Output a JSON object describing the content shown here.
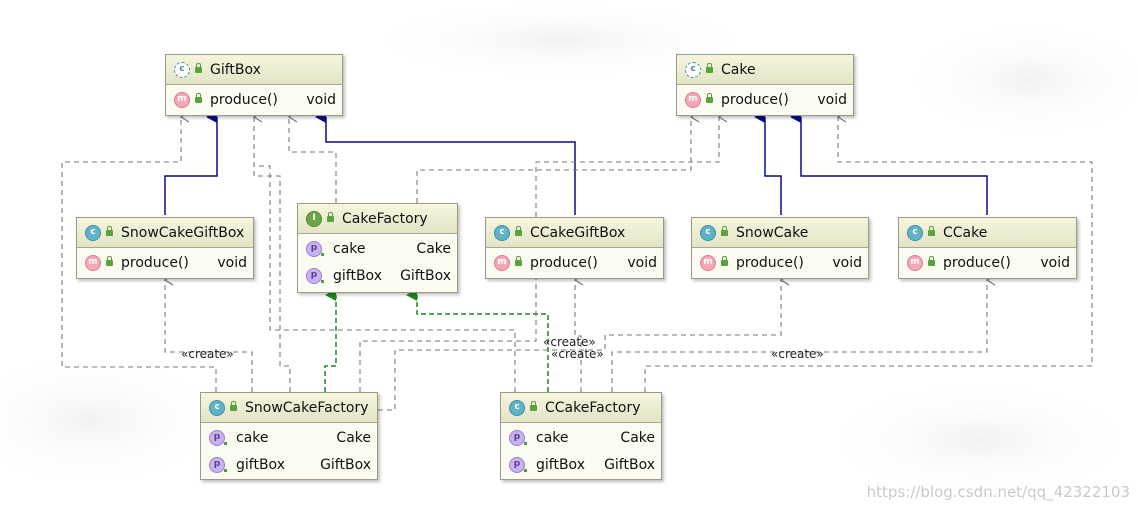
{
  "classes": {
    "giftbox": {
      "name": "GiftBox",
      "kind": "interface",
      "members": [
        {
          "kind": "method",
          "name": "produce()",
          "type": "void"
        }
      ]
    },
    "cake": {
      "name": "Cake",
      "kind": "interface",
      "members": [
        {
          "kind": "method",
          "name": "produce()",
          "type": "void"
        }
      ]
    },
    "snowcakegiftbox": {
      "name": "SnowCakeGiftBox",
      "kind": "class",
      "members": [
        {
          "kind": "method",
          "name": "produce()",
          "type": "void"
        }
      ]
    },
    "cakefactory": {
      "name": "CakeFactory",
      "kind": "interface",
      "members": [
        {
          "kind": "field",
          "name": "cake",
          "type": "Cake"
        },
        {
          "kind": "field",
          "name": "giftBox",
          "type": "GiftBox"
        }
      ]
    },
    "ccakegiftbox": {
      "name": "CCakeGiftBox",
      "kind": "class",
      "members": [
        {
          "kind": "method",
          "name": "produce()",
          "type": "void"
        }
      ]
    },
    "snowcake": {
      "name": "SnowCake",
      "kind": "class",
      "members": [
        {
          "kind": "method",
          "name": "produce()",
          "type": "void"
        }
      ]
    },
    "ccake": {
      "name": "CCake",
      "kind": "class",
      "members": [
        {
          "kind": "method",
          "name": "produce()",
          "type": "void"
        }
      ]
    },
    "snowcakefactory": {
      "name": "SnowCakeFactory",
      "kind": "class",
      "members": [
        {
          "kind": "field",
          "name": "cake",
          "type": "Cake"
        },
        {
          "kind": "field",
          "name": "giftBox",
          "type": "GiftBox"
        }
      ]
    },
    "ccakefactory": {
      "name": "CCakeFactory",
      "kind": "class",
      "members": [
        {
          "kind": "field",
          "name": "cake",
          "type": "Cake"
        },
        {
          "kind": "field",
          "name": "giftBox",
          "type": "GiftBox"
        }
      ]
    }
  },
  "kind_glyphs": {
    "class": "c",
    "abstract": "c",
    "interface": "I",
    "method": "m",
    "field": "p"
  },
  "stereotypes": {
    "create_1": "«create»",
    "create_2": "«create»",
    "create_3": "«create»",
    "create_4": "«create»"
  },
  "colors": {
    "implements": "#0a0a8c",
    "realization": "#1d8a1d",
    "dependency": "#7a7a7a",
    "header": "#e8e8cd"
  },
  "watermark": "https://blog.csdn.net/qq_42322103"
}
